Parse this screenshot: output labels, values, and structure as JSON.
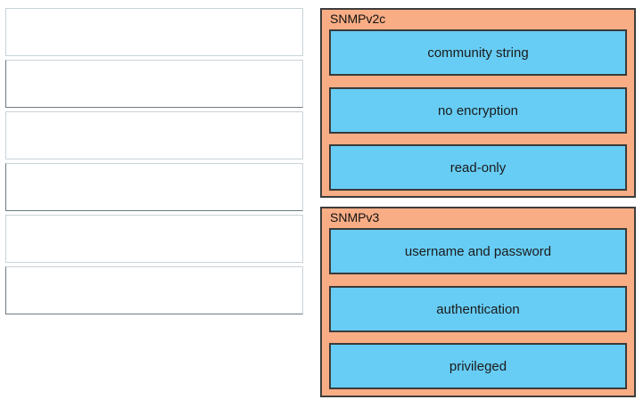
{
  "groups": [
    {
      "title": "SNMPv2c",
      "items": [
        "community string",
        "no encryption",
        "read-only"
      ]
    },
    {
      "title": "SNMPv3",
      "items": [
        "username and password",
        "authentication",
        "privileged"
      ]
    }
  ],
  "colors": {
    "group_background": "#f8ad85",
    "item_background": "#67cdf5",
    "border": "#3d3d3d"
  }
}
